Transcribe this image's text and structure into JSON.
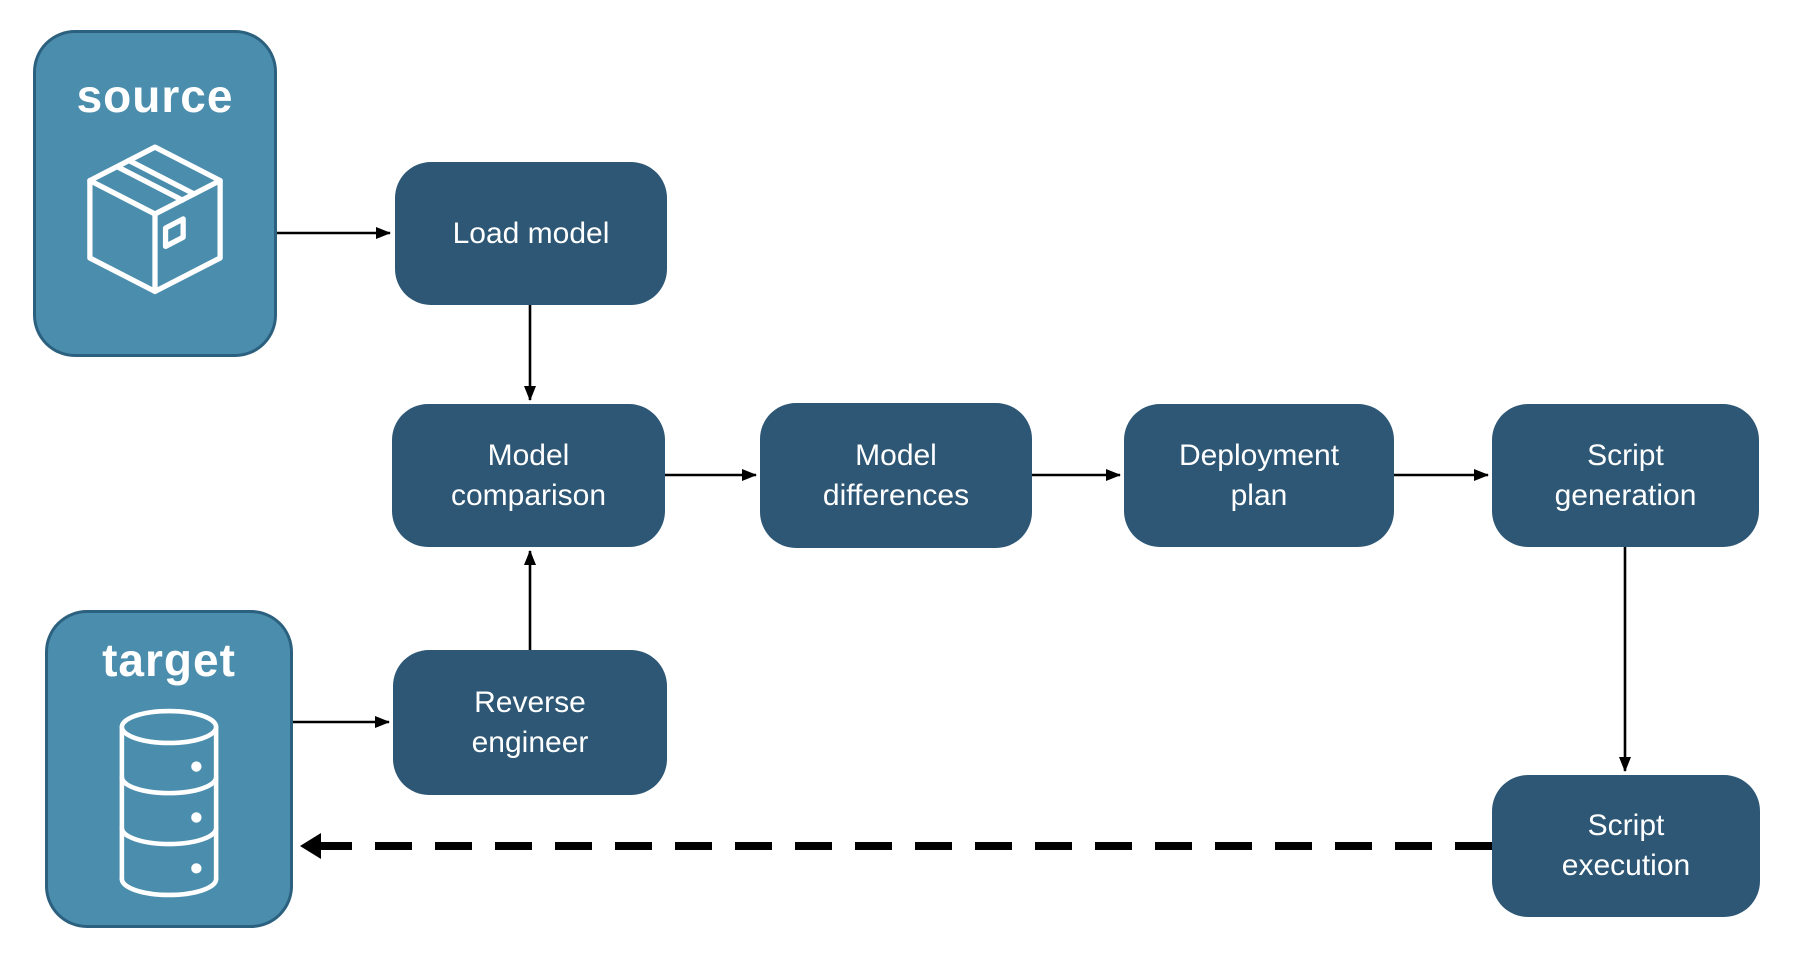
{
  "diagram": {
    "endpoints": {
      "source": {
        "title": "source",
        "icon": "package-icon"
      },
      "target": {
        "title": "target",
        "icon": "database-icon"
      }
    },
    "nodes": {
      "load_model": {
        "label": "Load model"
      },
      "model_comparison": {
        "label": "Model\ncomparison"
      },
      "model_differences": {
        "label": "Model\ndifferences"
      },
      "deployment_plan": {
        "label": "Deployment\nplan"
      },
      "script_generation": {
        "label": "Script\ngeneration"
      },
      "reverse_engineer": {
        "label": "Reverse\nengineer"
      },
      "script_execution": {
        "label": "Script\nexecution"
      }
    },
    "edges": [
      {
        "from": "source",
        "to": "load_model",
        "style": "solid"
      },
      {
        "from": "load_model",
        "to": "model_comparison",
        "style": "solid"
      },
      {
        "from": "model_comparison",
        "to": "model_differences",
        "style": "solid"
      },
      {
        "from": "model_differences",
        "to": "deployment_plan",
        "style": "solid"
      },
      {
        "from": "deployment_plan",
        "to": "script_generation",
        "style": "solid"
      },
      {
        "from": "script_generation",
        "to": "script_execution",
        "style": "solid"
      },
      {
        "from": "target",
        "to": "reverse_engineer",
        "style": "solid"
      },
      {
        "from": "reverse_engineer",
        "to": "model_comparison",
        "style": "solid"
      },
      {
        "from": "script_execution",
        "to": "target",
        "style": "dashed"
      }
    ],
    "colors": {
      "endpoint_fill": "#4b8dad",
      "endpoint_border": "#2c607f",
      "node_fill": "#2d5775",
      "label_text": "#ffffff",
      "arrow": "#000000",
      "background": "#ffffff"
    }
  }
}
